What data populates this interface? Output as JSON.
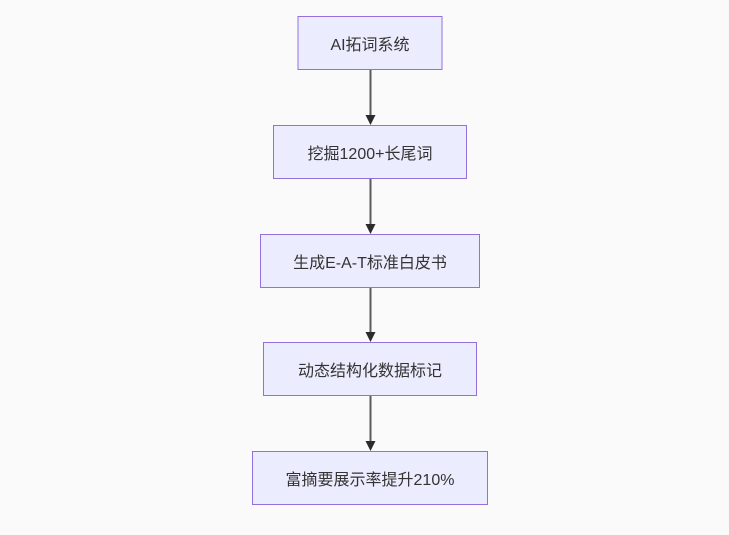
{
  "page": {
    "background_color": "#fafafa"
  },
  "flowchart": {
    "type": "flowchart-top-down",
    "node_fill_color": "#ececff",
    "node_border_color": "#9370db",
    "node_text_color": "#333333",
    "arrow_color": "#333333",
    "nodes": [
      {
        "label": "AI拓词系统"
      },
      {
        "label": "挖掘1200+长尾词"
      },
      {
        "label": "生成E-A-T标准白皮书"
      },
      {
        "label": "动态结构化数据标记"
      },
      {
        "label": "富摘要展示率提升210%"
      }
    ],
    "edges": [
      {
        "from": 0,
        "to": 1
      },
      {
        "from": 1,
        "to": 2
      },
      {
        "from": 2,
        "to": 3
      },
      {
        "from": 3,
        "to": 4
      }
    ]
  }
}
